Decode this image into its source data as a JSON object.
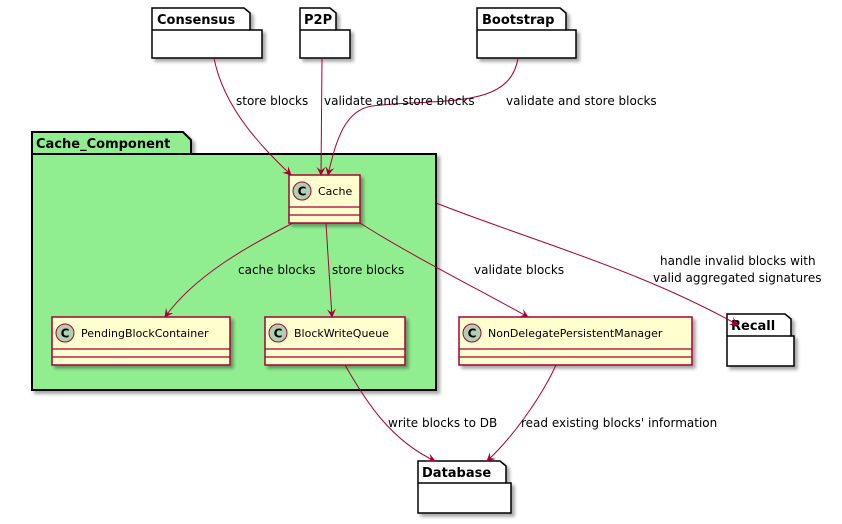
{
  "packages": {
    "consensus": "Consensus",
    "p2p": "P2P",
    "bootstrap": "Bootstrap",
    "cache_component": "Cache_Component",
    "recall": "Recall",
    "database": "Database"
  },
  "classes": {
    "cache": "Cache",
    "pending_block_container": "PendingBlockContainer",
    "block_write_queue": "BlockWriteQueue",
    "non_delegate_persistent_manager": "NonDelegatePersistentManager"
  },
  "class_glyph": "C",
  "edges": {
    "consensus_to_cache": "store blocks",
    "p2p_to_cache": "validate and store blocks",
    "bootstrap_to_cache": "validate and store blocks",
    "cache_to_pending": "cache blocks",
    "cache_to_queue": "store blocks",
    "cache_to_ndpm": "validate blocks",
    "component_to_recall_line1": "handle invalid blocks with",
    "component_to_recall_line2": "valid aggregated signatures",
    "queue_to_db": "write blocks to DB",
    "ndpm_to_db": "read existing blocks' information"
  },
  "colors": {
    "package_fill": "#ffffff",
    "component_fill": "#90ee90",
    "class_fill": "#fefece",
    "class_border": "#a80036",
    "arrow": "#a80036",
    "glyph_circle": "#add1b2"
  }
}
